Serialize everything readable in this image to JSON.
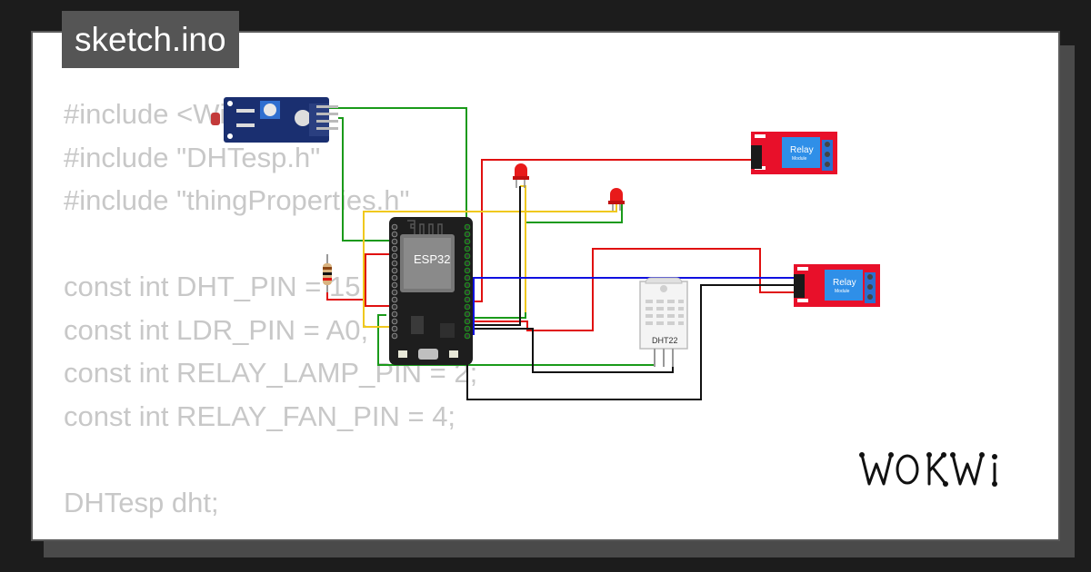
{
  "window": {
    "title": "sketch.ino"
  },
  "code": {
    "lines": [
      "#include <WiFi.h>",
      "#include \"DHTesp.h\"",
      "#include \"thingProperties.h\"",
      "",
      "const int DHT_PIN = 15;",
      "const int LDR_PIN = A0;",
      "const int RELAY_LAMP_PIN = 2;",
      "const int RELAY_FAN_PIN = 4;",
      "",
      "DHTesp dht;"
    ]
  },
  "diagram": {
    "esp32_label": "ESP32",
    "dht22_label": "DHT22",
    "relay1": {
      "label": "Relay",
      "sublabel": "Module"
    },
    "relay2": {
      "label": "Relay",
      "sublabel": "Module"
    },
    "wire_colors": {
      "green": "#1a9a1a",
      "red": "#e01010",
      "yellow": "#f0c81e",
      "black": "#111111",
      "blue": "#1010e0"
    }
  },
  "brand": {
    "logo_text": "WOKWI"
  },
  "colors": {
    "code_text": "#c8c8c8",
    "title_bg": "#555555",
    "relay_red": "#e8102a",
    "sensor_blue": "#1a2f70",
    "board_black": "#1e1e1e"
  }
}
